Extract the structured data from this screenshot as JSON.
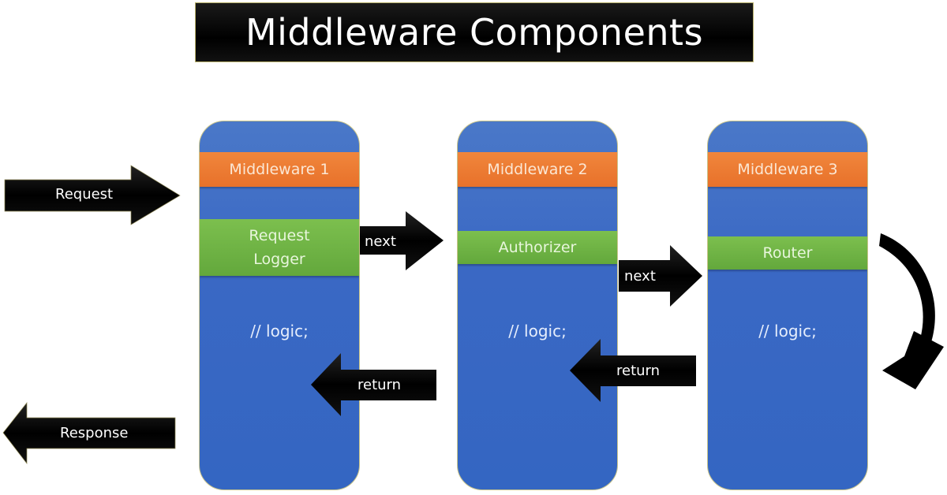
{
  "title": "Middleware Components",
  "colors": {
    "column_blue": "#3a68c4",
    "header_orange": "#e8712a",
    "component_green": "#63a83c",
    "arrow_black": "#000000"
  },
  "arrows": {
    "request": "Request",
    "response": "Response",
    "next_1": "next",
    "next_2": "next",
    "return_1": "return",
    "return_2": "return"
  },
  "middlewares": [
    {
      "header": "Middleware 1",
      "component": "Request Logger",
      "logic": "// logic;"
    },
    {
      "header": "Middleware 2",
      "component": "Authorizer",
      "logic": "// logic;"
    },
    {
      "header": "Middleware 3",
      "component": "Router",
      "logic": "// logic;"
    }
  ]
}
